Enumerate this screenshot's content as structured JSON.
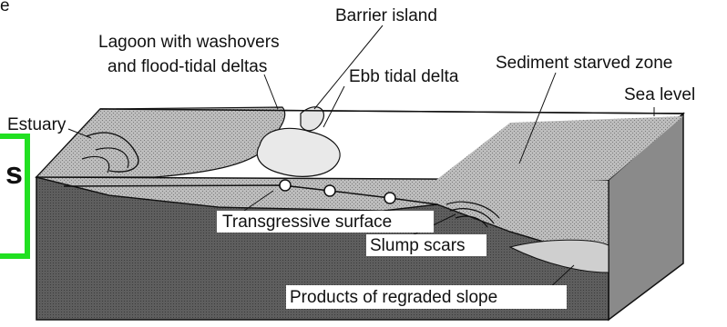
{
  "labels": {
    "corner_fragment": "e",
    "barrier_island": "Barrier island",
    "lagoon_line1": "Lagoon with washovers",
    "lagoon_line2": "and flood-tidal deltas",
    "ebb_tidal_delta": "Ebb tidal delta",
    "sediment_starved_zone": "Sediment starved zone",
    "sea_level": "Sea level",
    "estuary": "Estuary",
    "transgressive_surface": "Transgressive surface",
    "slump_scars": "Slump scars",
    "regraded_slope": "Products of regraded slope",
    "side_box_glyph": "s"
  },
  "colors": {
    "accent_box": "#21e021",
    "dark_fill": "#5a5a5a",
    "mid_fill": "#9a9a9a",
    "light_fill": "#c9c9c9",
    "ink": "#111111"
  }
}
